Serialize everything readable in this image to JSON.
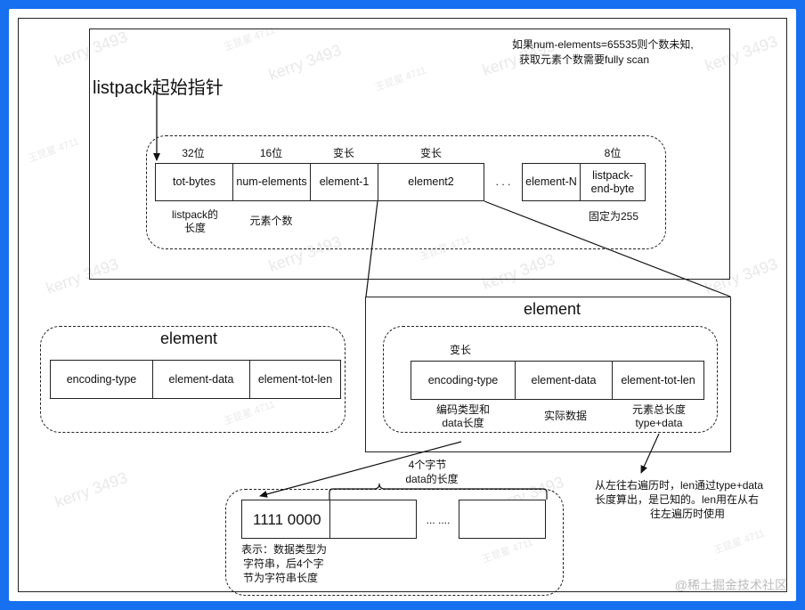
{
  "diagram": {
    "note_top_right": [
      "如果num-elements=65535则个数未知,",
      "获取元素个数需要fully scan"
    ],
    "start_pointer_label": "listpack起始指针",
    "listpack": {
      "headers": [
        "32位",
        "16位",
        "变长",
        "变长",
        "8位"
      ],
      "cells": [
        "tot-bytes",
        "num-elements",
        "element-1",
        "element2",
        "element-N",
        "listpack-\nend-byte"
      ],
      "ellipsis": ". . .",
      "below": {
        "tot_bytes": "listpack的\n长度",
        "num_elements": "元素个数",
        "end_byte": "固定为255"
      }
    },
    "element_left": {
      "title": "element",
      "cells": [
        "encoding-type",
        "element-data",
        "element-tot-len"
      ]
    },
    "element_right": {
      "title": "element",
      "header": "变长",
      "cells": [
        "encoding-type",
        "element-data",
        "element-tot-len"
      ],
      "below": {
        "encoding": "编码类型和\ndata长度",
        "data": "实际数据",
        "totlen": "元素总长度\ntype+data"
      }
    },
    "totlen_note": [
      "从左往右遍历时，len通过type+data",
      "长度算出，是已知的。len用在从右",
      "往左遍历时使用"
    ],
    "bytes_note": [
      "4个字节",
      "data的长度"
    ],
    "encoding_example": {
      "first_cell": "1111 0000",
      "ellipsis": "... ....",
      "note": [
        "表示：数据类型为",
        "字符串，后4个字",
        "节为字符串长度"
      ]
    }
  },
  "watermarks": [
    "kerry 3493",
    "王昆星 4711"
  ],
  "brand": "@稀土掘金技术社区",
  "colors": {
    "background": "#1670f0",
    "stroke": "#222222"
  }
}
